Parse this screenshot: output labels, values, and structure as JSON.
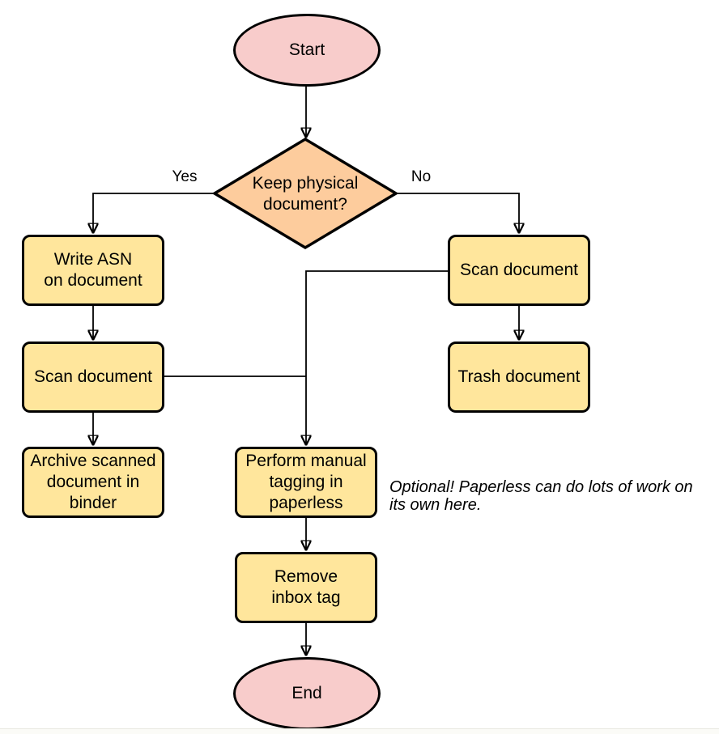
{
  "colors": {
    "terminal_fill": "#f8cccb",
    "decision_fill": "#fdcc9d",
    "process_fill": "#ffe69c",
    "node_stroke": "#000000",
    "connector": "#000000",
    "text": "#000000"
  },
  "nodes": {
    "start": {
      "label": "Start",
      "type": "terminal"
    },
    "decision": {
      "label": "Keep physical\ndocument?",
      "type": "decision"
    },
    "write_asn": {
      "label": "Write ASN\non document",
      "type": "process"
    },
    "scan_left": {
      "label": "Scan document",
      "type": "process"
    },
    "archive": {
      "label": "Archive scanned\ndocument in\nbinder",
      "type": "process"
    },
    "scan_right": {
      "label": "Scan document",
      "type": "process"
    },
    "trash": {
      "label": "Trash document",
      "type": "process"
    },
    "tagging": {
      "label": "Perform manual\ntagging in\npaperless",
      "type": "process"
    },
    "remove_inbox": {
      "label": "Remove\ninbox tag",
      "type": "process"
    },
    "end": {
      "label": "End",
      "type": "terminal"
    }
  },
  "edge_labels": {
    "yes": "Yes",
    "no": "No"
  },
  "note": {
    "text": "Optional! Paperless can do lots of work on\nits own here."
  },
  "edges": [
    {
      "from": "start",
      "to": "decision",
      "label": ""
    },
    {
      "from": "decision",
      "to": "write_asn",
      "label": "Yes"
    },
    {
      "from": "decision",
      "to": "scan_right",
      "label": "No"
    },
    {
      "from": "write_asn",
      "to": "scan_left",
      "label": ""
    },
    {
      "from": "scan_left",
      "to": "archive",
      "label": ""
    },
    {
      "from": "scan_left",
      "to": "tagging",
      "label": ""
    },
    {
      "from": "scan_right",
      "to": "trash",
      "label": ""
    },
    {
      "from": "scan_right",
      "to": "tagging",
      "label": ""
    },
    {
      "from": "tagging",
      "to": "remove_inbox",
      "label": ""
    },
    {
      "from": "remove_inbox",
      "to": "end",
      "label": ""
    }
  ]
}
